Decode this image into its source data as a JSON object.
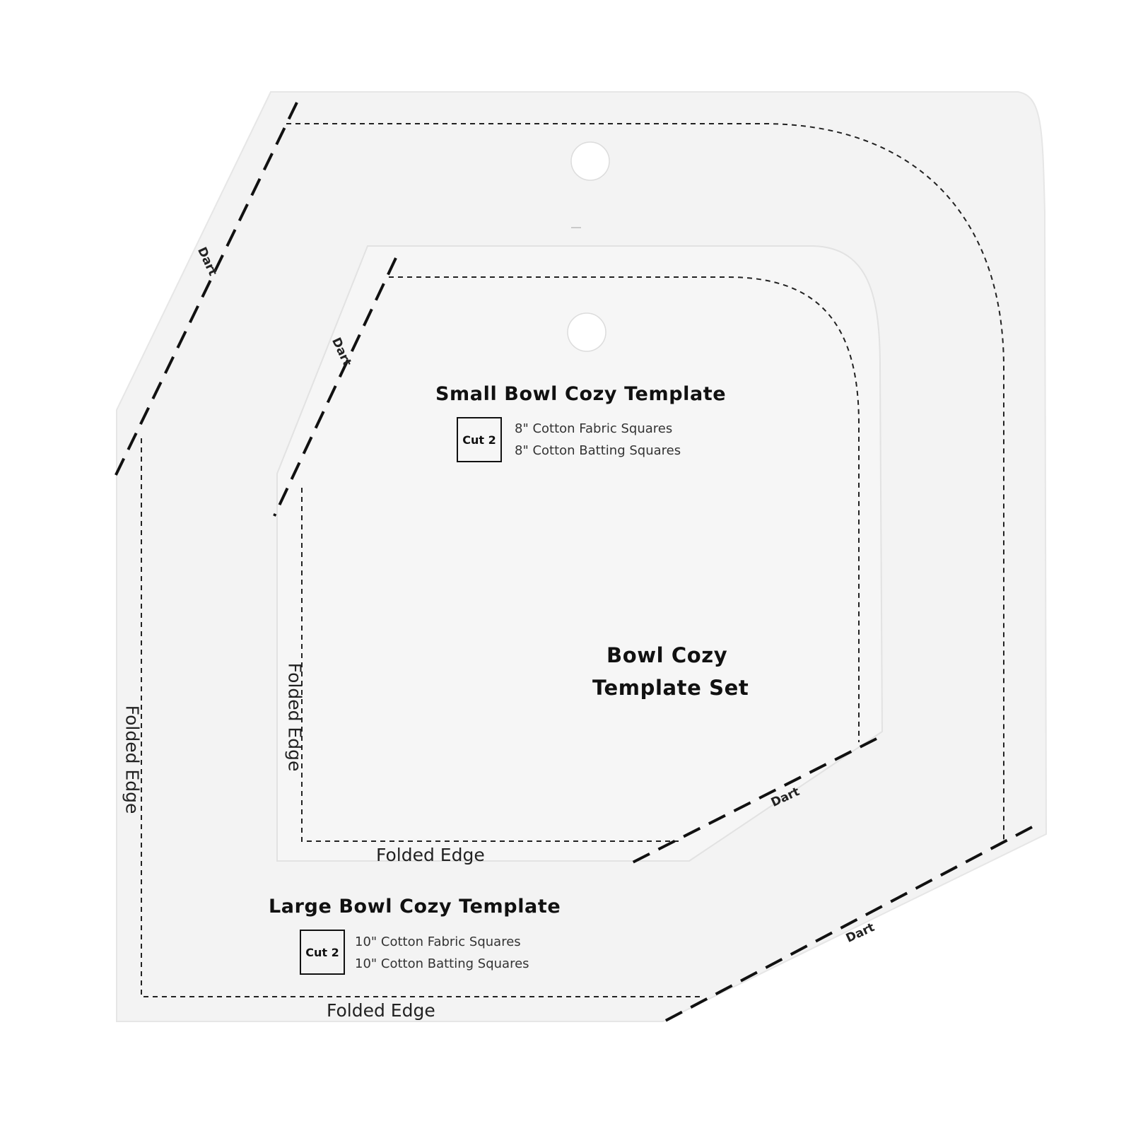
{
  "small_template": {
    "title": "Small Bowl Cozy Template",
    "cut_label": "Cut 2",
    "line1": "8\" Cotton Fabric Squares",
    "line2": "8\" Cotton Batting Squares",
    "dart_label": "Dart",
    "dart_label_2": "Dart",
    "folded_edge_side": "Folded Edge",
    "folded_edge_bottom": "Folded Edge"
  },
  "large_template": {
    "title": "Large Bowl Cozy Template",
    "cut_label": "Cut 2",
    "line1": "10\" Cotton Fabric Squares",
    "line2": "10\" Cotton Batting Squares",
    "dart_label": "Dart",
    "dart_label_2": "Dart",
    "folded_edge_side": "Folded Edge",
    "folded_edge_bottom": "Folded Edge"
  },
  "set_title": {
    "line1": "Bowl Cozy",
    "line2": "Template Set"
  },
  "colors": {
    "background": "#ffffff",
    "acrylic": "#f2f2f2",
    "line": "#111111"
  }
}
